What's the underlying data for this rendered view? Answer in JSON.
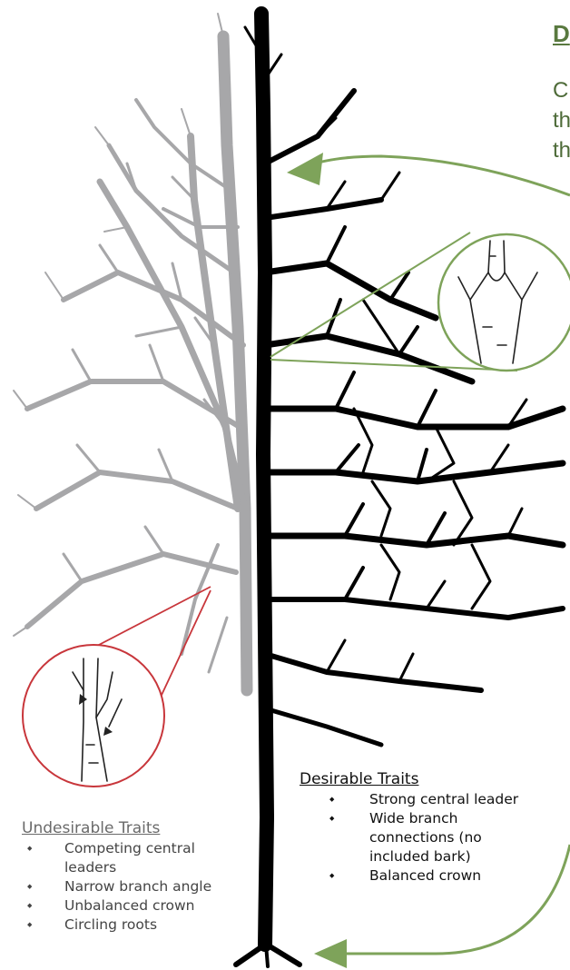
{
  "heading": "D",
  "intro_lines": [
    "C",
    "th",
    "th"
  ],
  "undesirable": {
    "title": "Undesirable Traits",
    "items": [
      "Competing central leaders",
      "Narrow branch angle",
      "Unbalanced crown",
      "Circling roots"
    ]
  },
  "desirable": {
    "title": "Desirable Traits",
    "items": [
      "Strong central leader",
      "Wide branch connections (no included bark)",
      "Balanced crown"
    ]
  },
  "colors": {
    "good_tree": "#000000",
    "bad_tree": "#a7a7a9",
    "arrow_green": "#7ea35a",
    "callout_good": "#7ea35a",
    "callout_bad": "#c8363b",
    "heading_green": "#59793f"
  }
}
